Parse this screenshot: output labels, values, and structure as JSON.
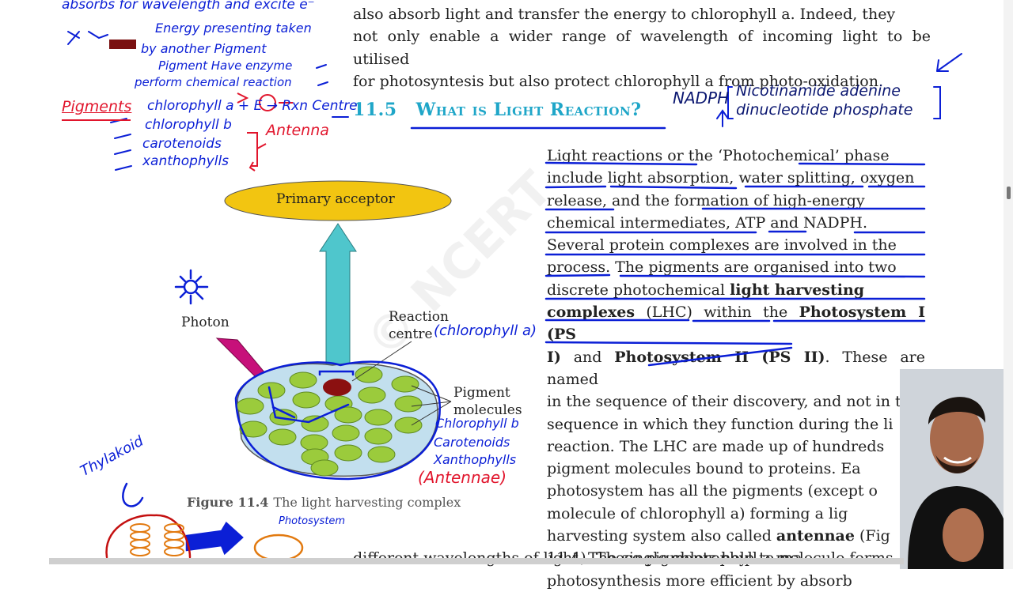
{
  "top_text": {
    "line1": "also absorb light and transfer the energy to chlorophyll a. Indeed, they",
    "line2": "not only enable a wider range of wavelength of incoming light to be utilised",
    "line3": "for photosyntesis but also protect chlorophyll a from photo-oxidation."
  },
  "heading": {
    "number": "11.5",
    "title": "What is Light Reaction?"
  },
  "paragraph": {
    "l1": "Light reactions or the ‘Photochemical’ phase",
    "l2": "include light absorption, water splitting, oxygen",
    "l3": "release, and the formation of high-energy",
    "l4": "chemical intermediates, ATP and NADPH.",
    "l5": "Several protein complexes are involved in the",
    "l6": "process. The pigments are organised into two",
    "l7a": "discrete photochemical ",
    "l7b": "light harvesting",
    "l8a": "complexes",
    "l8b": " (LHC) within the ",
    "l8c": "Photosystem I (PS",
    "l9a": "I)",
    "l9b": " and ",
    "l9c": "Photosystem II (PS II)",
    "l9d": ". These are named",
    "l10": "in the sequence of their discovery, and not in the",
    "l11": "sequence in which they function during the li",
    "l12": "reaction. The LHC are  made up of hundreds",
    "l13": "pigment molecules bound to proteins. Ea",
    "l14": "photosystem has all the pigments (except o",
    "l15": "molecule of chlorophyll a) forming a lig",
    "l16a": "harvesting system also called ",
    "l16b": "antennae",
    "l16c": " (Fig",
    "l17": "11.4).  These  pigments  help  to  ma",
    "l18": "photosynthesis more efficient by absorb",
    "l19": "different wavelengths of light. The single chlorophyll a molecule forms"
  },
  "figure": {
    "primary_acceptor": "Primary acceptor",
    "photon": "Photon",
    "reaction_centre_1": "Reaction",
    "reaction_centre_2": "centre",
    "pigment_molecules_1": "Pigment",
    "pigment_molecules_2": "molecules",
    "caption_label": "Figure 11.4",
    "caption_text": "The light harvesting complex"
  },
  "annotations": {
    "a1": "absorbs for wavelength and excite e⁻",
    "a2": "Energy presenting taken",
    "a3": "by another Pigment",
    "a4": "Pigment Have enzyme",
    "a5": "perform chemical reaction",
    "pigments": "Pigments",
    "p1": "chlorophyll a + E → Rxn Centre",
    "p2": "chlorophyll b",
    "p3": "carotenoids",
    "p4": "xanthophylls",
    "antenna": "Antenna",
    "nadph": "NADPH",
    "nadph_full_1": "Nicotinamide adenine",
    "nadph_full_2": "dinucleotide phosphate",
    "chl_a": "(chlorophyll a)",
    "chl_b": "Chlorophyll b",
    "carot": "Carotenoids",
    "xanth": "Xanthophylls",
    "antennae": "(Antennae)",
    "thylakoid": "Thylakoid",
    "photosystem": "Photosystem"
  },
  "watermark": "© NCERT"
}
